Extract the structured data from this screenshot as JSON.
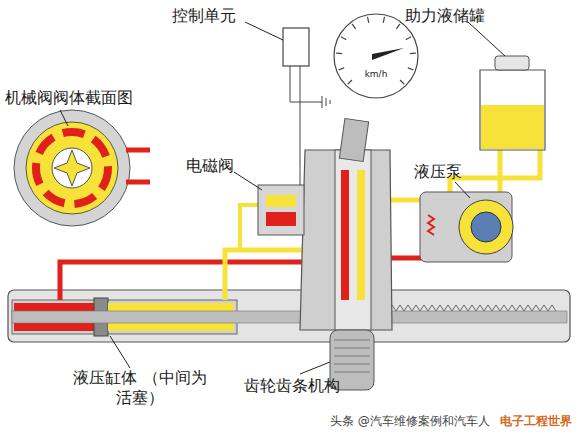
{
  "diagram": {
    "nodes": [
      {
        "text": [
          "km/h"
        ]
      }
    ],
    "labels": [
      "控制单元",
      "助力液储罐",
      "机械阀阀体截面图",
      "电磁阀",
      "液压泵",
      "液压缸体 （中间为活塞）",
      "齿轮齿条机构",
      "头条 @汽车维修案例和汽车人",
      "电子工程世界"
    ]
  }
}
